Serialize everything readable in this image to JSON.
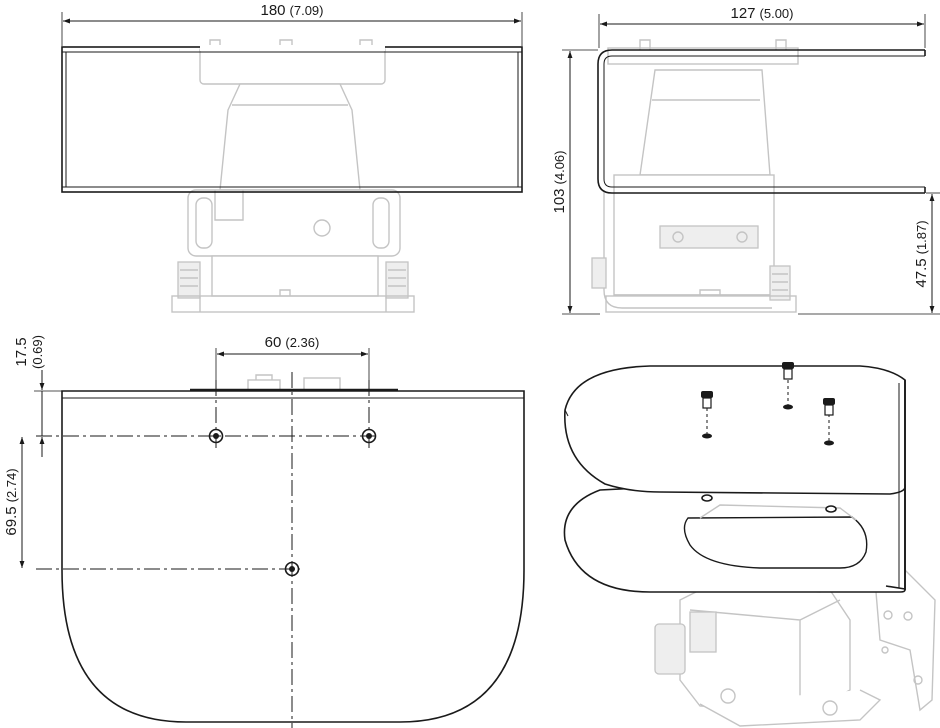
{
  "dimensions": {
    "width_top": {
      "value": "180",
      "alt": "(7.09)"
    },
    "depth_side": {
      "value": "127",
      "alt": "(5.00)"
    },
    "height_side": {
      "value": "103",
      "alt": "(4.06)"
    },
    "height_lower": {
      "value": "47.5",
      "alt": "(1.87)"
    },
    "hole_spacing": {
      "value": "60",
      "alt": "(2.36)"
    },
    "edge_offset": {
      "value": "17.5",
      "alt": "(0.69)"
    },
    "hole_offset": {
      "value": "69.5",
      "alt": "(2.74)"
    }
  },
  "colors": {
    "line": "#1a1a1a",
    "ghost": "#c4c4c4"
  }
}
